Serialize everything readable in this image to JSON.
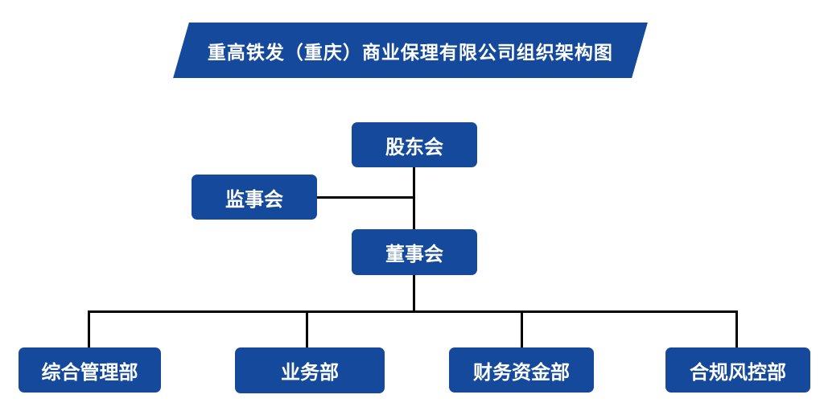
{
  "title": "重高铁发（重庆）商业保理有限公司组织架构图",
  "colors": {
    "primary": "#15499B",
    "connector": "#000000",
    "background": "#FFFFFF",
    "node_text": "#FFFFFF"
  },
  "nodes": {
    "shareholders": {
      "label": "股东会"
    },
    "supervisory": {
      "label": "监事会"
    },
    "board": {
      "label": "董事会"
    },
    "departments": [
      {
        "label": "综合管理部"
      },
      {
        "label": "业务部"
      },
      {
        "label": "财务资金部"
      },
      {
        "label": "合规风控部"
      }
    ]
  },
  "hierarchy": {
    "root": "股东会",
    "edges": [
      {
        "from": "股东会",
        "to": "董事会",
        "type": "vertical"
      },
      {
        "from": "股东会-董事会连线",
        "to": "监事会",
        "type": "side-branch"
      },
      {
        "from": "董事会",
        "to": "综合管理部",
        "type": "branch"
      },
      {
        "from": "董事会",
        "to": "业务部",
        "type": "branch"
      },
      {
        "from": "董事会",
        "to": "财务资金部",
        "type": "branch"
      },
      {
        "from": "董事会",
        "to": "合规风控部",
        "type": "branch"
      }
    ]
  }
}
